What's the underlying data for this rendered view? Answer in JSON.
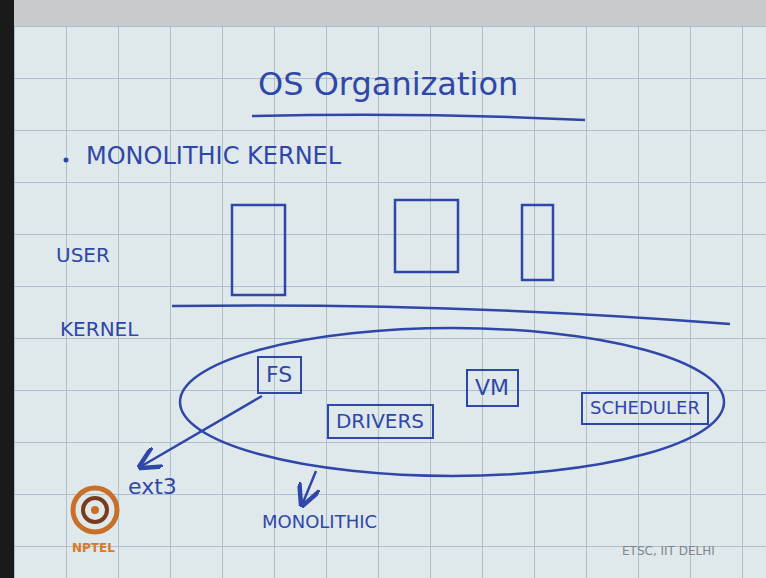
{
  "diagram": {
    "title": "OS Organization",
    "nodes": [
      {
        "text": [
          "FS"
        ]
      },
      {
        "text": [
          "DRIVERS"
        ]
      },
      {
        "text": [
          "VM"
        ]
      },
      {
        "text": [
          "SCHEDULER"
        ]
      }
    ],
    "labels": [
      "MONOLITHIC KERNEL",
      "USER",
      "KERNEL",
      "ext3",
      "MONOLITHIC",
      "NPTEL",
      "ETSC, IIT DELHI"
    ]
  }
}
